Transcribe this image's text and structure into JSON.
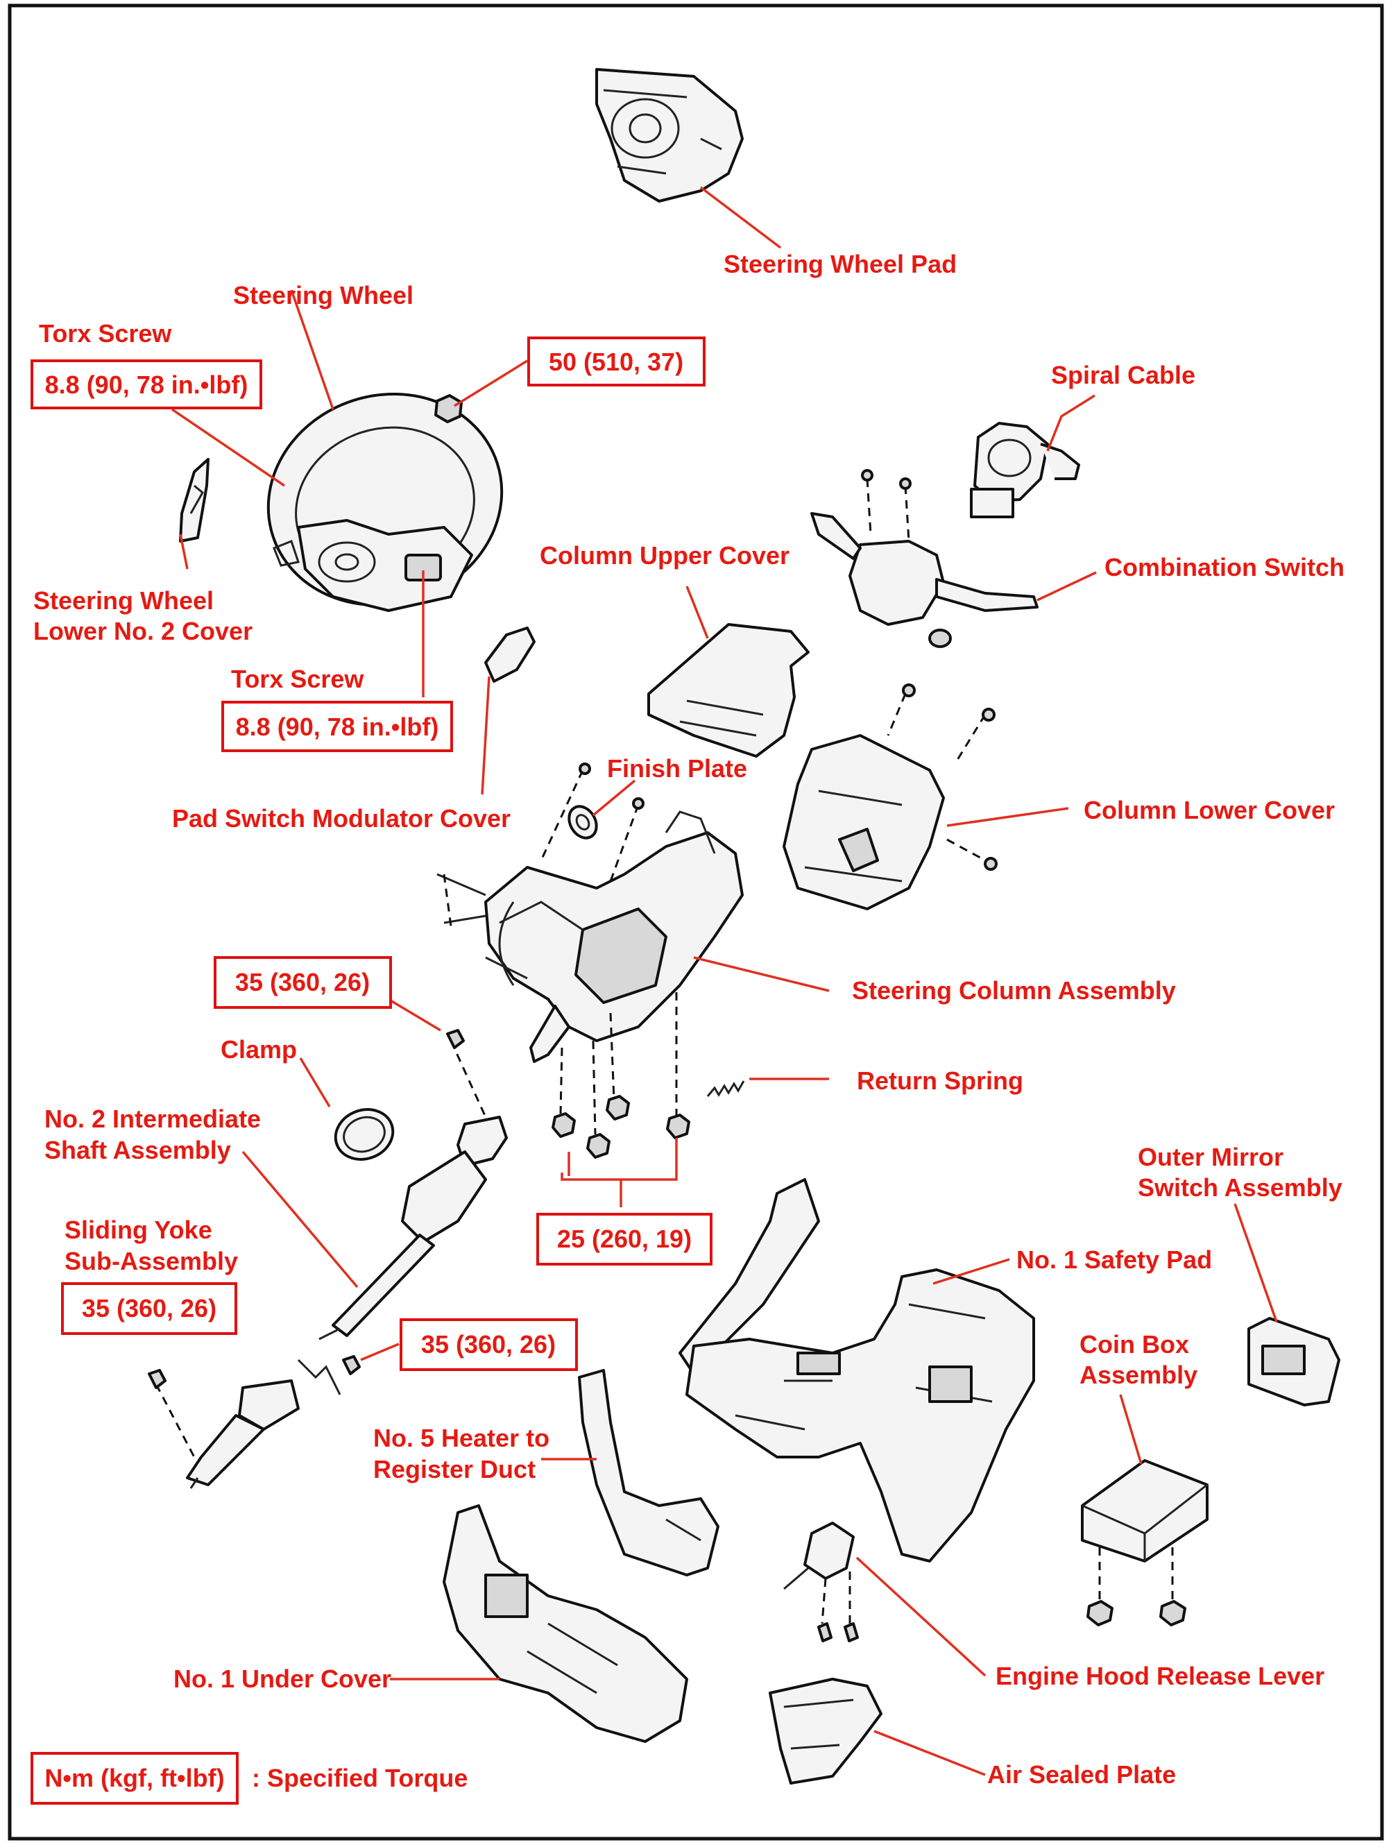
{
  "labels": {
    "steering_wheel_pad": "Steering Wheel Pad",
    "steering_wheel": "Steering Wheel",
    "torx_screw_top": "Torx Screw",
    "spiral_cable": "Spiral Cable",
    "steering_wheel_lower_cover_line1": "Steering Wheel",
    "steering_wheel_lower_cover_line2": "Lower No. 2 Cover",
    "column_upper_cover": "Column Upper Cover",
    "combination_switch": "Combination Switch",
    "torx_screw_bottom": "Torx Screw",
    "finish_plate": "Finish Plate",
    "pad_switch_modulator_cover": "Pad Switch Modulator Cover",
    "column_lower_cover": "Column Lower Cover",
    "steering_column_assembly": "Steering Column Assembly",
    "clamp": "Clamp",
    "return_spring": "Return Spring",
    "no2_shaft_line1": "No. 2 Intermediate",
    "no2_shaft_line2": "Shaft Assembly",
    "outer_mirror_line1": "Outer Mirror",
    "outer_mirror_line2": "Switch Assembly",
    "sliding_yoke_line1": "Sliding Yoke",
    "sliding_yoke_line2": "Sub-Assembly",
    "no1_safety_pad": "No. 1 Safety Pad",
    "coin_box_line1": "Coin Box",
    "coin_box_line2": "Assembly",
    "heater_duct_line1": "No. 5 Heater to",
    "heater_duct_line2": "Register Duct",
    "no1_under_cover": "No. 1 Under Cover",
    "engine_hood_release_lever": "Engine Hood Release Lever",
    "air_sealed_plate": "Air Sealed Plate",
    "specified_torque": ": Specified Torque"
  },
  "torque_boxes": {
    "wheel_nut": "50 (510, 37)",
    "torx_top": "8.8 (90, 78 in.•lbf)",
    "torx_bottom": "8.8 (90, 78 in.•lbf)",
    "shaft_bolt": "35 (360, 26)",
    "column_nuts": "25 (260, 19)",
    "yoke_bolt_left": "35 (360, 26)",
    "yoke_bolt_right": "35 (360, 26)",
    "legend_unit": "N•m (kgf, ft•lbf)"
  },
  "colors": {
    "label_red": "#e51a12",
    "leader_red": "#e03020",
    "line_art": "#111111"
  }
}
